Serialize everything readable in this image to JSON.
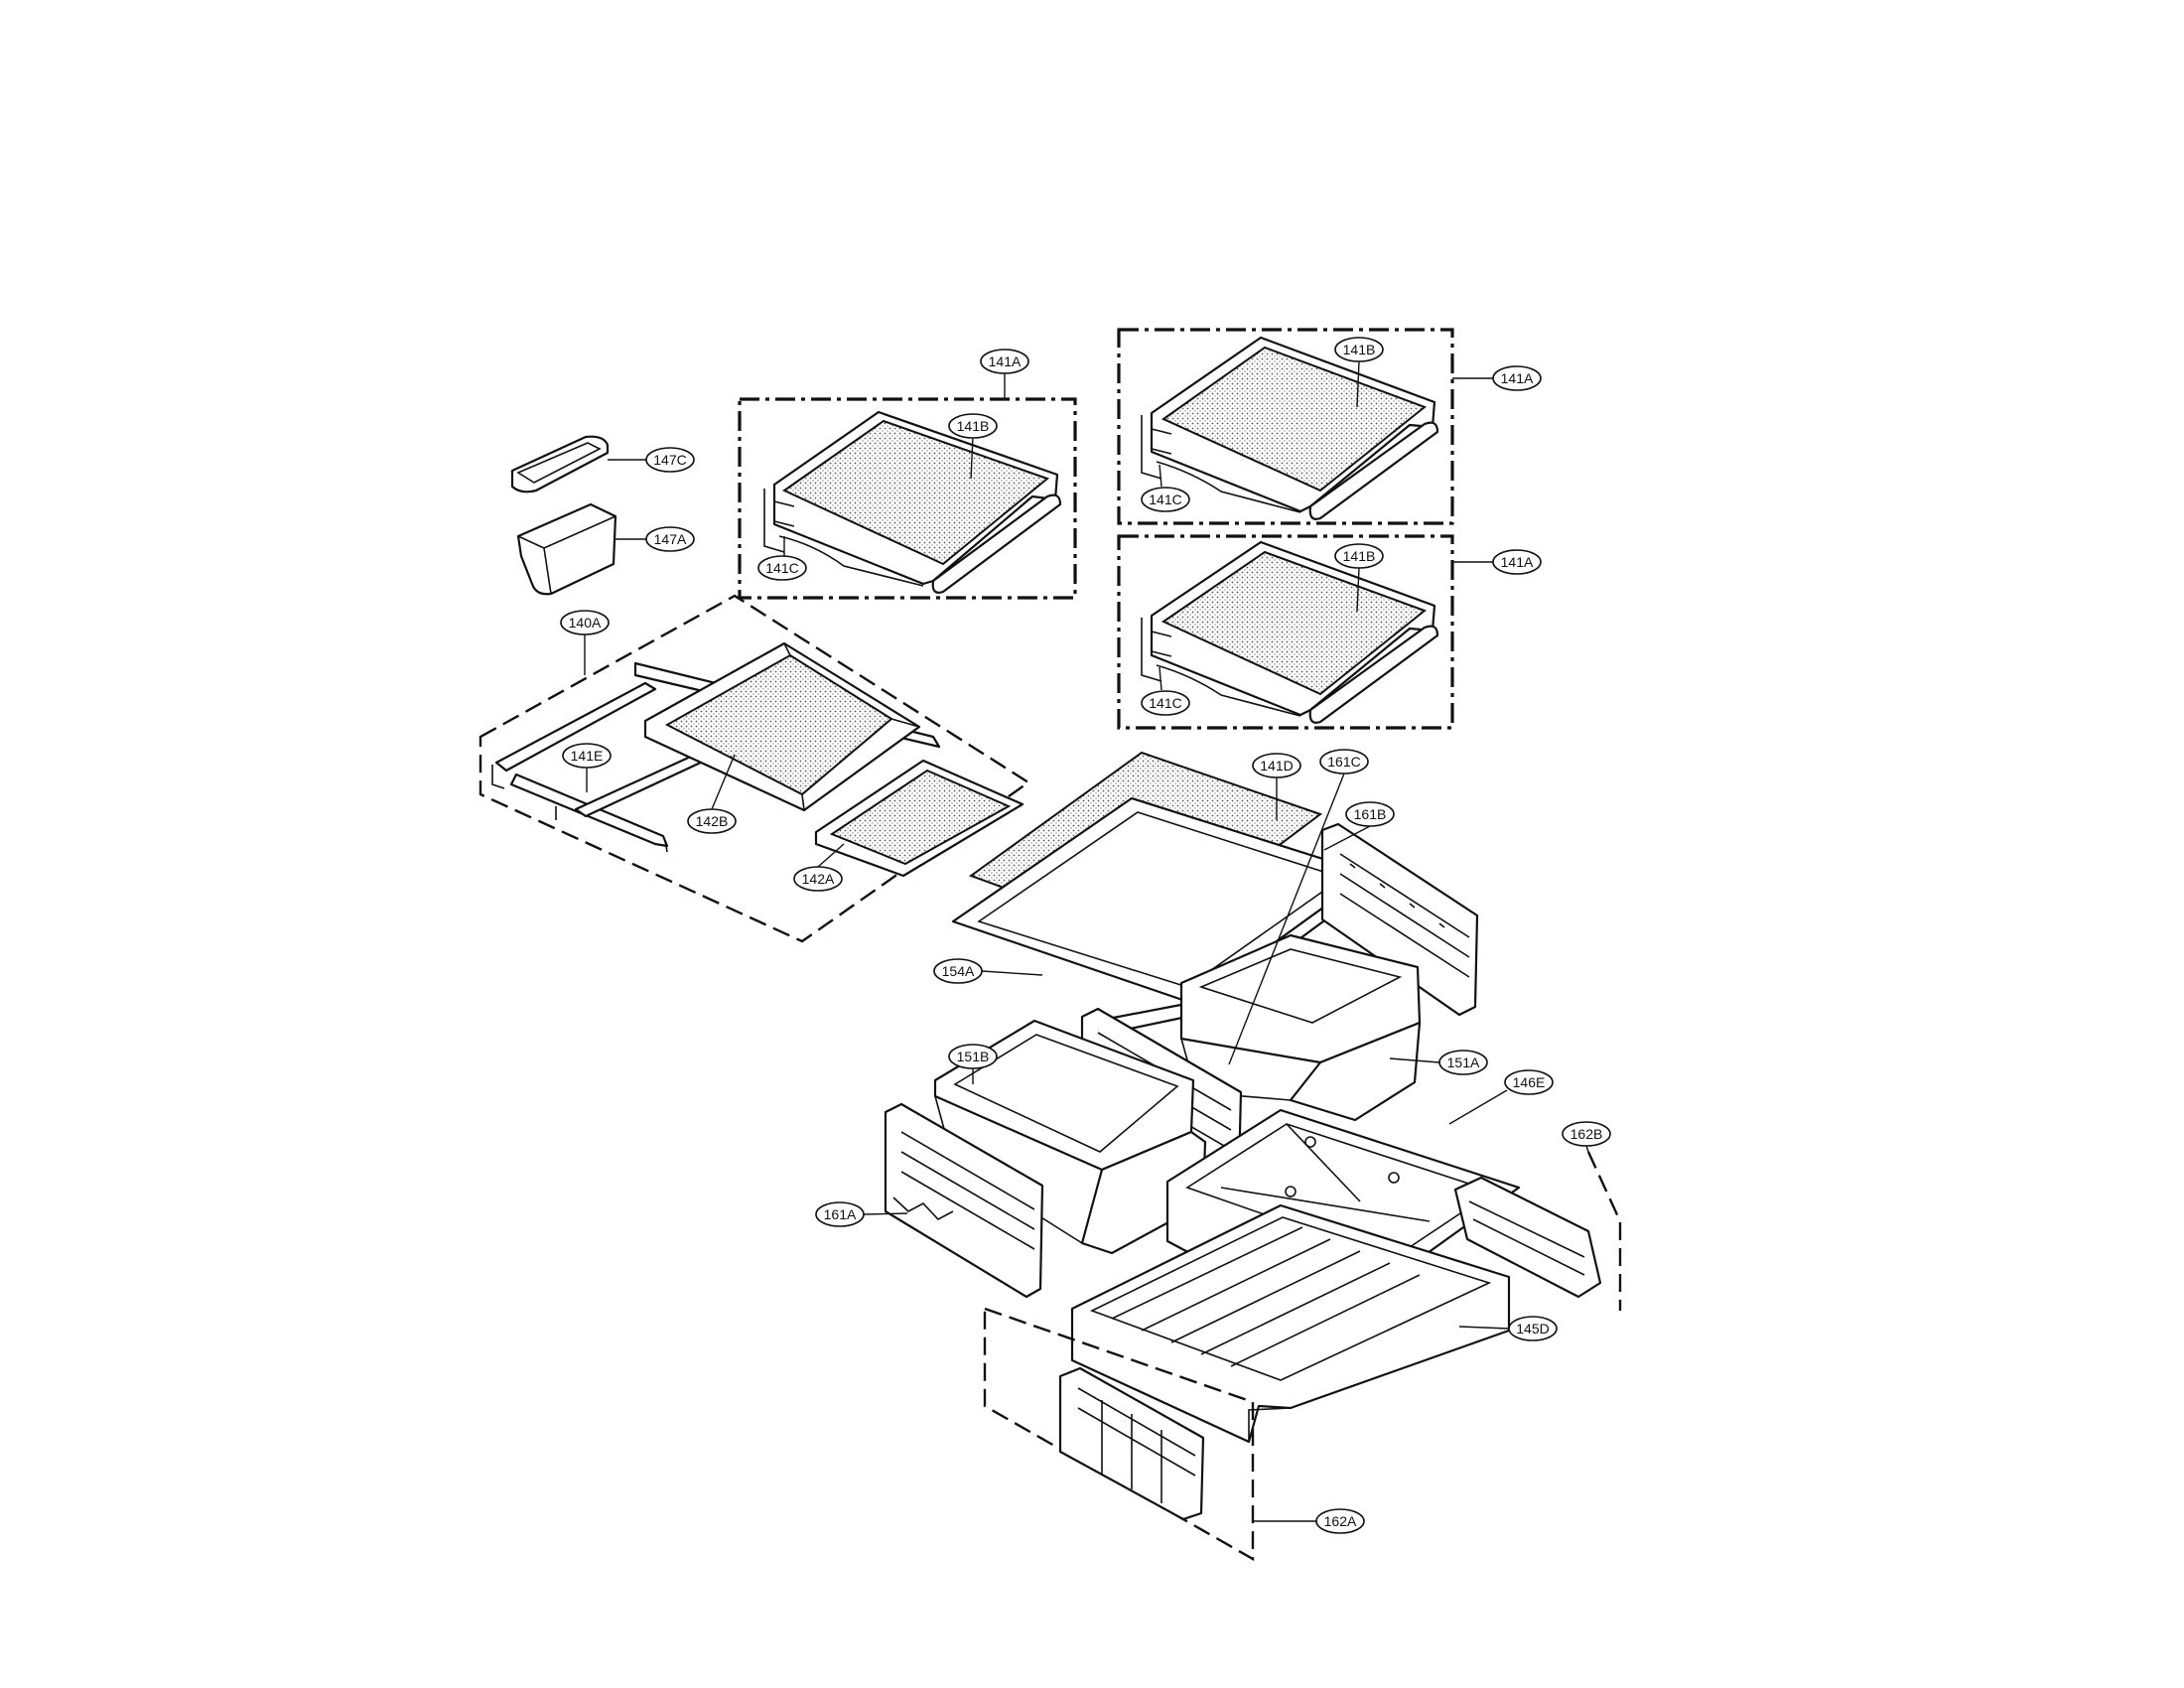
{
  "diagram": {
    "callouts": [
      {
        "id": "c-141A-top",
        "label": "141A"
      },
      {
        "id": "c-141B-top",
        "label": "141B"
      },
      {
        "id": "c-141C-top",
        "label": "141C"
      },
      {
        "id": "c-141A-r1",
        "label": "141A"
      },
      {
        "id": "c-141B-r1",
        "label": "141B"
      },
      {
        "id": "c-141C-r1",
        "label": "141C"
      },
      {
        "id": "c-141A-r2",
        "label": "141A"
      },
      {
        "id": "c-141B-r2",
        "label": "141B"
      },
      {
        "id": "c-141C-r2",
        "label": "141C"
      },
      {
        "id": "c-147C",
        "label": "147C"
      },
      {
        "id": "c-147A",
        "label": "147A"
      },
      {
        "id": "c-140A",
        "label": "140A"
      },
      {
        "id": "c-141E",
        "label": "141E"
      },
      {
        "id": "c-142B",
        "label": "142B"
      },
      {
        "id": "c-142A",
        "label": "142A"
      },
      {
        "id": "c-141D",
        "label": "141D"
      },
      {
        "id": "c-161C",
        "label": "161C"
      },
      {
        "id": "c-161B",
        "label": "161B"
      },
      {
        "id": "c-154A",
        "label": "154A"
      },
      {
        "id": "c-151B",
        "label": "151B"
      },
      {
        "id": "c-151A",
        "label": "151A"
      },
      {
        "id": "c-146E",
        "label": "146E"
      },
      {
        "id": "c-162B",
        "label": "162B"
      },
      {
        "id": "c-161A",
        "label": "161A"
      },
      {
        "id": "c-145D",
        "label": "145D"
      },
      {
        "id": "c-162A",
        "label": "162A"
      }
    ]
  }
}
